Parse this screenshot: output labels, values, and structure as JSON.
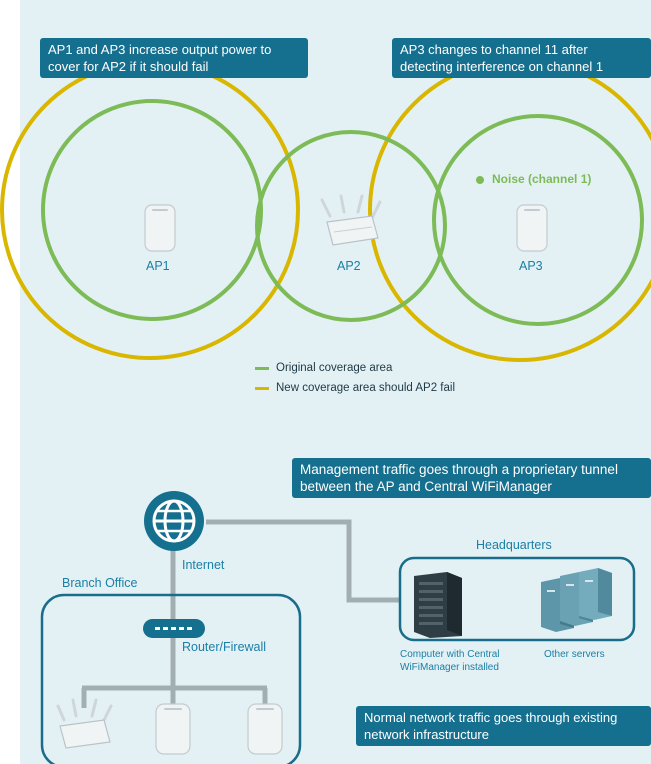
{
  "callouts": {
    "power": "AP1 and AP3 increase output power to cover for AP2 if it should fail",
    "channel": "AP3 changes to channel 11 after detecting interference on channel 1",
    "management": "Management traffic goes through a proprietary tunnel between the AP and Central WiFiManager",
    "normal": "Normal network traffic goes through existing network infrastructure"
  },
  "aps": {
    "ap1": "AP1",
    "ap2": "AP2",
    "ap3": "AP3"
  },
  "noise": "Noise (channel 1)",
  "legend": {
    "original": "Original coverage area",
    "new": "New coverage area should AP2 fail"
  },
  "network": {
    "internet": "Internet",
    "branch_office": "Branch Office",
    "router": "Router/Firewall",
    "headquarters": "Headquarters",
    "computer": "Computer with Central WiFiManager installed",
    "other_servers": "Other servers"
  },
  "colors": {
    "panel_bg": "#e3f1f5",
    "callout_bg": "#156f8e",
    "original_coverage": "#7dbb57",
    "new_coverage": "#d9b700",
    "network_line": "#a3aeb2",
    "box_border": "#1a6d8a"
  },
  "icons": [
    "globe-icon",
    "router-icon",
    "access-point-icon",
    "server-rack-icon",
    "server-tower-icon"
  ]
}
